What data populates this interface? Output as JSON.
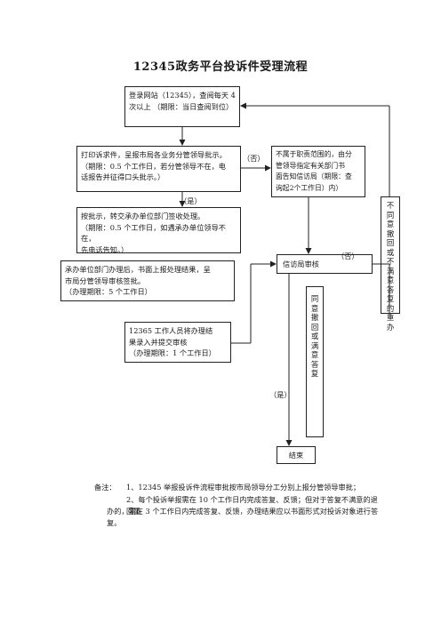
{
  "title": "12345政务平台投诉件受理流程",
  "boxes": {
    "login": [
      "登录网站（12345），查阅每天 4",
      "次以上 （期限：当日查阅到位）"
    ],
    "print": [
      "打印诉求件，呈报市局各业务分管领导批示。",
      "（期限：0.5 个工作日，若分管领导不在，电",
      "话报告并征得口头批示。）"
    ],
    "not_duty": [
      "不属于职责范围的，由分",
      "管领导指定有关部门书",
      "面告知信访局（期限：查",
      "询起2个工作日）内）"
    ],
    "transfer": [
      "按批示，转交承办单位部门签收处理。",
      "（期限：0.5 个工作日，如遇承办单位领导不在，",
      "先电话告知。）"
    ],
    "handle": [
      "承办单位部门办理后，书面上报处理结果，呈",
      "市局分管领导审核签批。",
      "（办理期限：5 个工作日）"
    ],
    "record": [
      "12365  工作人员将办理结",
      "果录入并提交审核",
      "（办理期限：1 个工作日）"
    ],
    "review": [
      "信访局审核"
    ],
    "end": [
      "结束"
    ]
  },
  "vertical_boxes": {
    "redo": "不同意撤回或不满意答复的重办",
    "agree": "同意撤回或满意答复"
  },
  "labels": {
    "no1": "（否）",
    "yes1": "（是）",
    "no2": "（否）",
    "yes2": "（是）"
  },
  "notes": {
    "head": "备注：",
    "n1": "1、12345 举报投诉件流程审批按市局领导分工分别上报分管领导审批；",
    "n2": "2、每个投诉举报需在 10 个工作日内完成答复、反馈；但对于答复不满意的退回重",
    "n3": "办的，需在 3 个工作日内完成答复、反馈，办理结果应以书面形式对投诉对象进行答复。"
  }
}
